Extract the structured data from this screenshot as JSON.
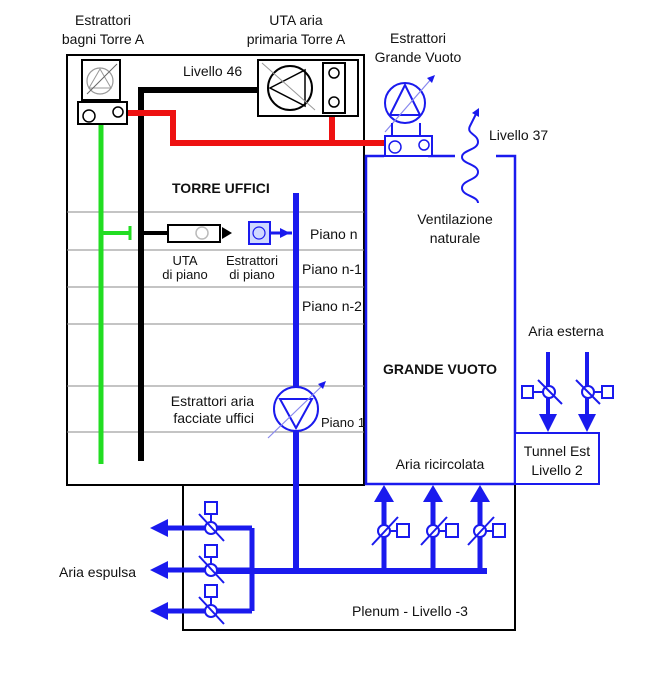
{
  "title": "Schema ventilazione Torre A e Grande Vuoto",
  "colors": {
    "supply_green": "#22dd22",
    "primary_black": "#000000",
    "exhaust_red": "#ee1111",
    "extract_blue": "#1a1aee",
    "floor_line": "#888888"
  },
  "labels": {
    "estrattori_bagni": [
      "Estrattori",
      "bagni Torre A"
    ],
    "uta_primaria": [
      "UTA aria",
      "primaria Torre A"
    ],
    "estrattori_grande_vuoto": [
      "Estrattori",
      "Grande Vuoto"
    ],
    "livello_46": "Livello 46",
    "livello_37": "Livello 37",
    "torre_uffici": "TORRE UFFICI",
    "ventilazione_naturale": [
      "Ventilazione",
      "naturale"
    ],
    "uta_di_piano": [
      "UTA",
      "di piano"
    ],
    "estrattori_di_piano": [
      "Estrattori",
      "di piano"
    ],
    "piano_n": "Piano n",
    "piano_n1": "Piano n-1",
    "piano_n2": "Piano n-2",
    "piano_1": "Piano 1",
    "estrattori_facciate": [
      "Estrattori aria",
      "facciate uffici"
    ],
    "grande_vuoto": "GRANDE VUOTO",
    "aria_esterna": "Aria esterna",
    "aria_ricircolata": "Aria ricircolata",
    "tunnel_est": [
      "Tunnel Est",
      "Livello 2"
    ],
    "aria_espulsa": "Aria espulsa",
    "plenum": "Plenum - Livello -3"
  }
}
